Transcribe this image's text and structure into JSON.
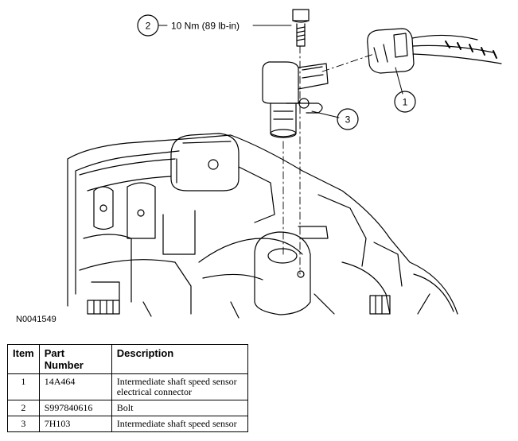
{
  "callouts": {
    "c1": "1",
    "c2": "2",
    "c3": "3",
    "torque": "10 Nm (89 lb-in)"
  },
  "figure_id": "N0041549",
  "table": {
    "headers": {
      "item": "Item",
      "part_number": "Part Number",
      "description": "Description"
    },
    "rows": [
      {
        "item": "1",
        "part_number": "14A464",
        "description": "Intermediate shaft speed sensor electrical connector"
      },
      {
        "item": "2",
        "part_number": "S997840616",
        "description": "Bolt"
      },
      {
        "item": "3",
        "part_number": "7H103",
        "description": "Intermediate shaft speed sensor"
      }
    ]
  }
}
